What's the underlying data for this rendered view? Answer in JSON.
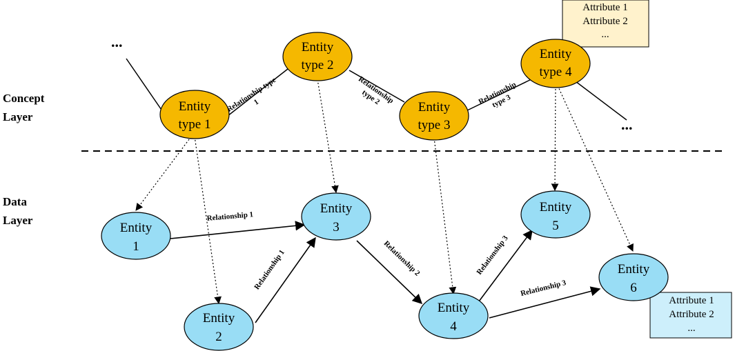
{
  "layers": {
    "concept": [
      "Concept",
      "Layer"
    ],
    "data": [
      "Data",
      "Layer"
    ]
  },
  "colors": {
    "concept_fill": "#F5B800",
    "data_fill": "#99DDF5",
    "attr_concept_fill": "#FFF2CC",
    "attr_data_fill": "#CDEFFB"
  },
  "concept_nodes": [
    {
      "line1": "Entity",
      "line2": "type 1"
    },
    {
      "line1": "Entity",
      "line2": "type 2"
    },
    {
      "line1": "Entity",
      "line2": "type 3"
    },
    {
      "line1": "Entity",
      "line2": "type 4"
    }
  ],
  "data_nodes": [
    {
      "line1": "Entity",
      "line2": "1"
    },
    {
      "line1": "Entity",
      "line2": "2"
    },
    {
      "line1": "Entity",
      "line2": "3"
    },
    {
      "line1": "Entity",
      "line2": "4"
    },
    {
      "line1": "Entity",
      "line2": "5"
    },
    {
      "line1": "Entity",
      "line2": "6"
    }
  ],
  "concept_relations": [
    {
      "line1": "Relationship type",
      "line2": "1"
    },
    {
      "line1": "Relationship",
      "line2": "type 2"
    },
    {
      "line1": "Relationship",
      "line2": "type 3"
    }
  ],
  "data_relations": [
    "Relationship  1",
    "Relationship 1",
    "Relationship 2",
    "Relationship 3",
    "Relationship 3"
  ],
  "ellipsis": "...",
  "concept_attributes": [
    "Attribute 1",
    "Attribute 2",
    "..."
  ],
  "data_attributes": [
    "Attribute 1",
    "Attribute 2",
    "..."
  ]
}
